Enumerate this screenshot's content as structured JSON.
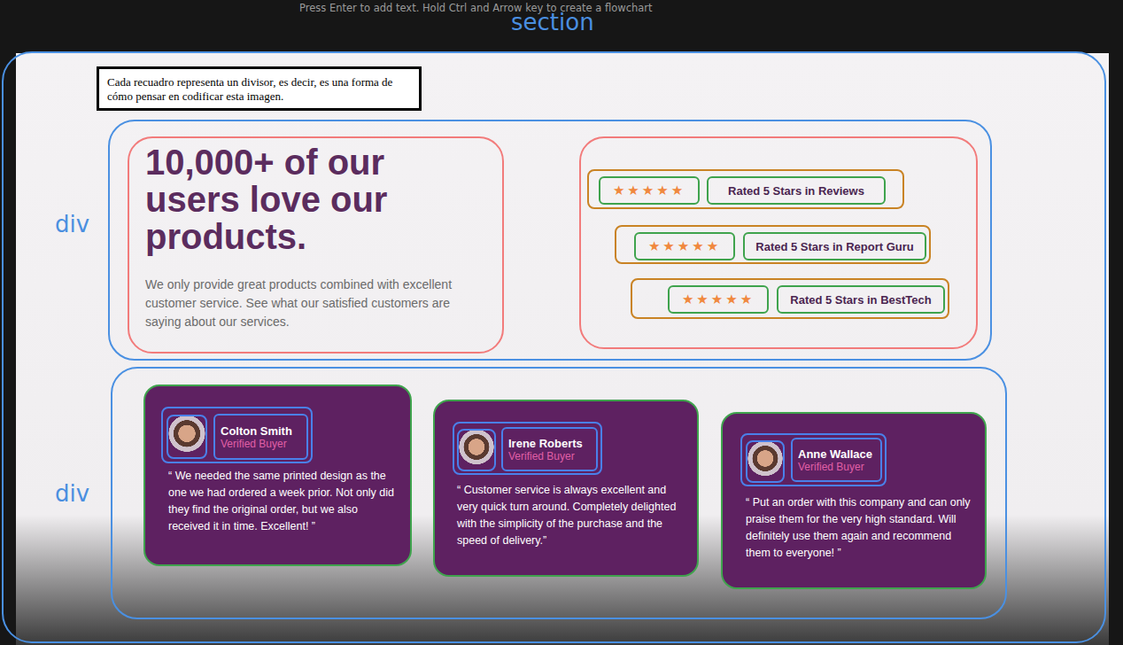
{
  "diagram": {
    "nodes": [
      {
        "text": [
          "section"
        ]
      },
      {
        "text": [
          "Cada recuadro representa un divisor, es decir, es una forma de cómo pensar en codificar esta imagen."
        ],
        "in": 0
      },
      {
        "text": [
          "div"
        ],
        "in": 0
      },
      {
        "text": [
          "10,000+ of our users love our products.",
          "We only provide great products combined with excellent customer service. See what our satisfied customers are saying about our services."
        ],
        "in": 2
      },
      {
        "text": [],
        "in": 2
      },
      {
        "text": [],
        "in": 4
      },
      {
        "text": [
          "★★★★★"
        ],
        "in": 5
      },
      {
        "text": [
          "Rated 5 Stars in Reviews"
        ],
        "in": 5
      },
      {
        "text": [],
        "in": 4
      },
      {
        "text": [
          "★★★★★"
        ],
        "in": 8
      },
      {
        "text": [
          "Rated 5 Stars in Report Guru"
        ],
        "in": 8
      },
      {
        "text": [],
        "in": 4
      },
      {
        "text": [
          "★★★★★"
        ],
        "in": 11
      },
      {
        "text": [
          "Rated 5 Stars in BestTech"
        ],
        "in": 11
      },
      {
        "text": [
          "div"
        ],
        "in": 0
      },
      {
        "text": [
          "“ We needed the same printed design as the one we had ordered a week prior. Not only did they find the original order, but we also received it in time. Excellent! ”"
        ],
        "in": 14
      },
      {
        "text": [],
        "in": 15
      },
      {
        "text": [],
        "in": 16
      },
      {
        "text": [
          "Colton Smith",
          "Verified Buyer"
        ],
        "in": 16
      },
      {
        "text": [
          "“ Customer service is always excellent and very quick turn around. Completely delighted with the simplicity of the purchase and the speed of delivery.”"
        ],
        "in": 14
      },
      {
        "text": [],
        "in": 19
      },
      {
        "text": [],
        "in": 20
      },
      {
        "text": [
          "Irene Roberts",
          "Verified Buyer"
        ],
        "in": 20
      },
      {
        "text": [
          "“ Put an order with this company and can only praise them for the very high standard. Will definitely use them again and recommend them to everyone! ”"
        ],
        "in": 14
      },
      {
        "text": [],
        "in": 23
      },
      {
        "text": [],
        "in": 24
      },
      {
        "text": [
          "Anne Wallace",
          "Verified Buyer"
        ],
        "in": 24
      }
    ],
    "labels": [
      "Press Enter to add text. Hold Ctrl and Arrow key to create a flowchart"
    ]
  }
}
